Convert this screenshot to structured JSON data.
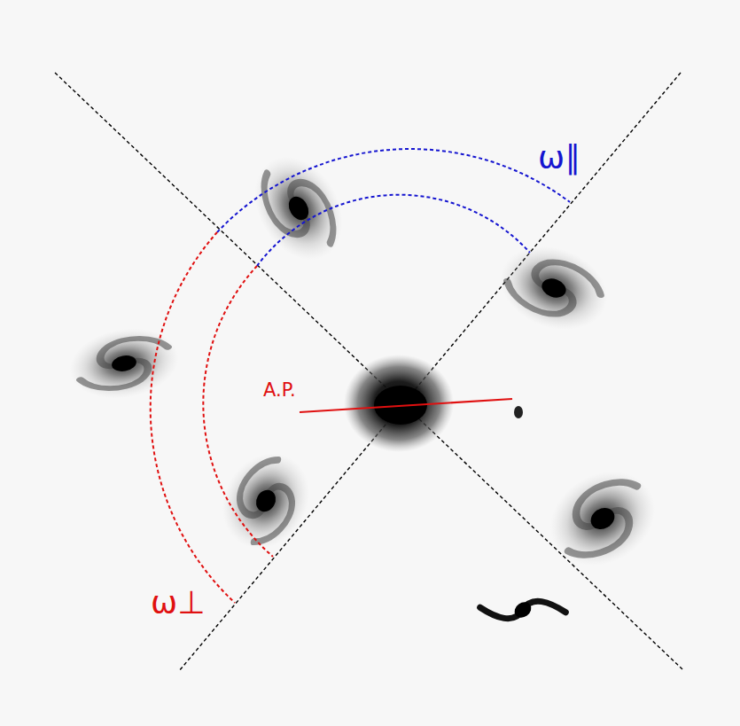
{
  "diagram": {
    "labels": [
      "ω∥",
      "A.P.",
      "ω⊥"
    ]
  }
}
